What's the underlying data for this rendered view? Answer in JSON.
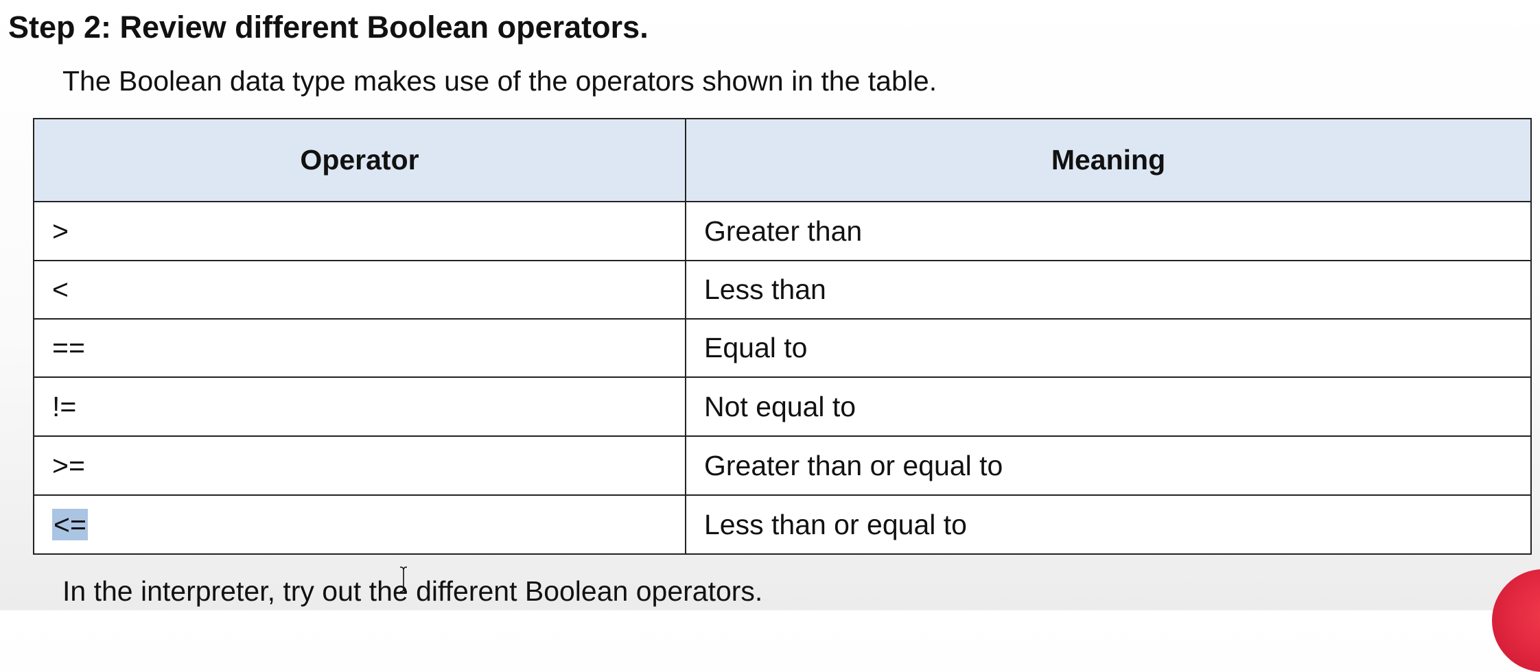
{
  "heading": "Step 2: Review different Boolean operators.",
  "intro": "The Boolean data type makes use of the operators shown in the table.",
  "table": {
    "headers": [
      "Operator",
      "Meaning"
    ],
    "rows": [
      {
        "operator": ">",
        "meaning": "Greater than"
      },
      {
        "operator": "<",
        "meaning": "Less than"
      },
      {
        "operator": "==",
        "meaning": "Equal to"
      },
      {
        "operator": "!=",
        "meaning": "Not equal to"
      },
      {
        "operator": ">=",
        "meaning": "Greater than or equal to"
      },
      {
        "operator": "<=",
        "meaning": "Less than or equal to",
        "highlighted": true
      }
    ]
  },
  "outro": "In the interpreter, try out the different Boolean operators.",
  "colors": {
    "header_bg": "#dde7f3",
    "selection_highlight": "#aac4e3",
    "presenter_shape": "#e02a3e"
  },
  "icons": {
    "cursor": "i-beam-cursor-icon"
  }
}
